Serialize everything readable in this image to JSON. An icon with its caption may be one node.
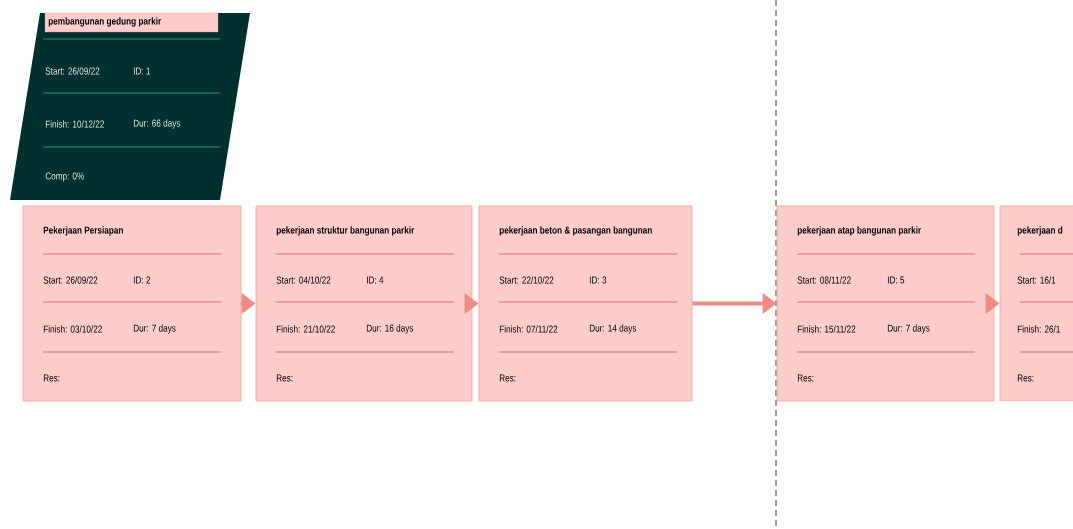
{
  "diagram": {
    "nodes": [
      {
        "text": [
          "pembangunan gedung parkir",
          "Start: 26/09/22",
          "ID: 1",
          "Finish: 10/12/22",
          "Dur: 66 days",
          "Comp: 0%"
        ]
      },
      {
        "text": [
          "Pekerjaan Persiapan",
          "Start: 26/09/22",
          "ID: 2",
          "Finish: 03/10/22",
          "Dur: 7 days",
          "Res:"
        ]
      },
      {
        "text": [
          "pekerjaan struktur bangunan parkir",
          "Start: 04/10/22",
          "ID: 4",
          "Finish: 21/10/22",
          "Dur: 16 days",
          "Res:"
        ]
      },
      {
        "text": [
          "pekerjaan beton & pasangan bangunan",
          "Start: 22/10/22",
          "ID: 3",
          "Finish: 07/11/22",
          "Dur: 14 days",
          "Res:"
        ]
      },
      {
        "text": [
          "pekerjaan atap bangunan parkir",
          "Start: 08/11/22",
          "ID: 5",
          "Finish: 15/11/22",
          "Dur: 7 days",
          "Res:"
        ]
      },
      {
        "text": [
          "pekerjaan d",
          "Start: 16/1",
          "Finish: 26/1",
          "Res:"
        ]
      }
    ],
    "edges": [
      {
        "from": 1,
        "to": 2,
        "arrow": "to"
      },
      {
        "from": 2,
        "to": 3,
        "arrow": "to"
      },
      {
        "from": 3,
        "to": 4,
        "arrow": "to"
      },
      {
        "from": 4,
        "to": 5,
        "arrow": "to"
      }
    ]
  }
}
